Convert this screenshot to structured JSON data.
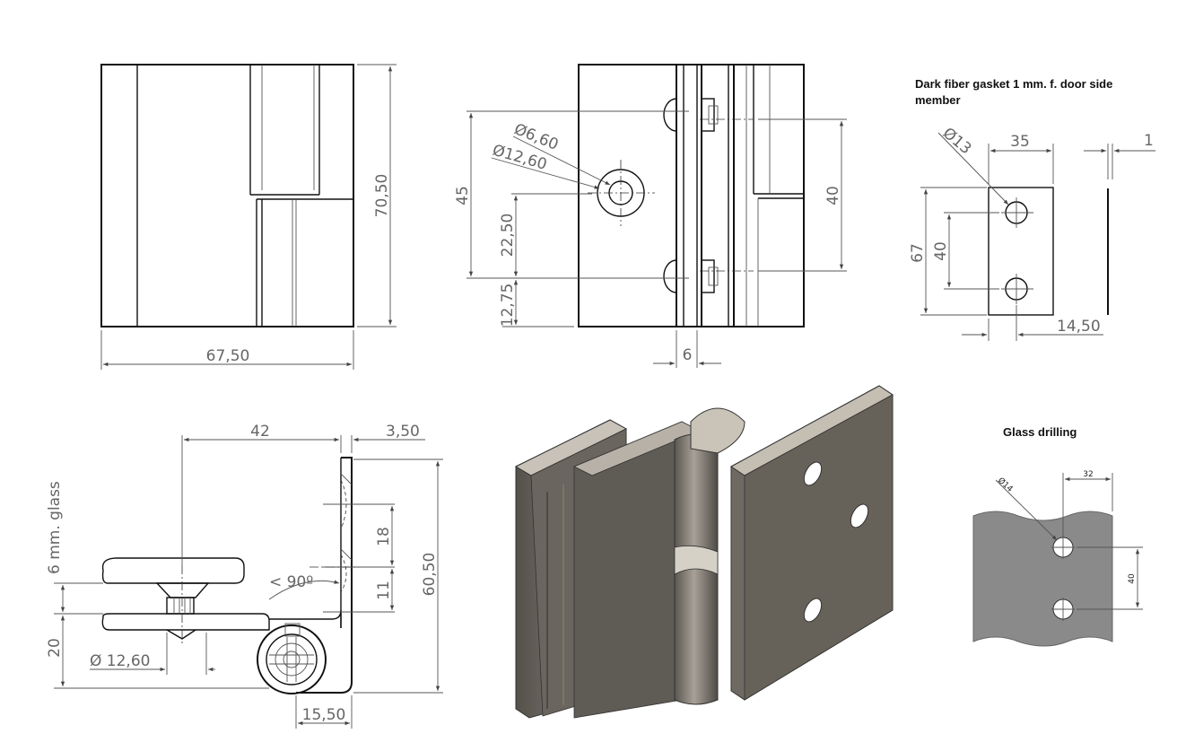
{
  "dimensions": {
    "front_width": "67,50",
    "front_height": "70,50",
    "hole_small": "Ø6,60",
    "hole_large": "Ø12,60",
    "dist_45": "45",
    "dist_22": "22,50",
    "dist_12": "12,75",
    "dist_40_right": "40",
    "glass_6": "6",
    "side_42": "42",
    "side_3": "3,50",
    "side_18": "18",
    "side_11": "11",
    "side_60": "60,50",
    "side_20": "20",
    "side_diam": "Ø 12,60",
    "side_15": "15,50",
    "side_angle": "< 90º",
    "side_glass": "6 mm. glass"
  },
  "gasket": {
    "title_line1": "Dark fiber gasket 1 mm. f. door side",
    "title_line2": "member",
    "diam": "Ø13",
    "width": "35",
    "thickness": "1",
    "height": "67",
    "spacing": "40",
    "offset": "14,50"
  },
  "drilling": {
    "title": "Glass drilling",
    "diam": "Ø14",
    "offset": "32",
    "spacing": "40"
  },
  "colors": {
    "metal_light": "#bdb7ae",
    "metal_mid": "#8d877e",
    "metal_dark": "#56524c",
    "glass_grey": "#8a8a8a"
  }
}
